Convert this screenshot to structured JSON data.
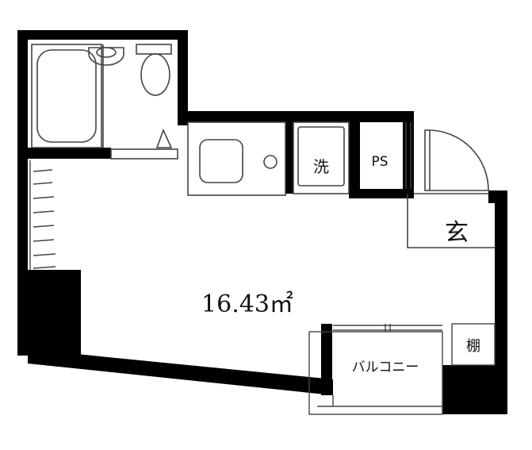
{
  "floor_plan": {
    "room_area": "16.43㎡",
    "labels": {
      "washer": "洗",
      "pipe_space": "PS",
      "entrance": "玄",
      "shelf": "棚",
      "balcony": "バルコニー"
    },
    "colors": {
      "wall": "#000000",
      "line": "#555555",
      "background": "#ffffff"
    }
  }
}
